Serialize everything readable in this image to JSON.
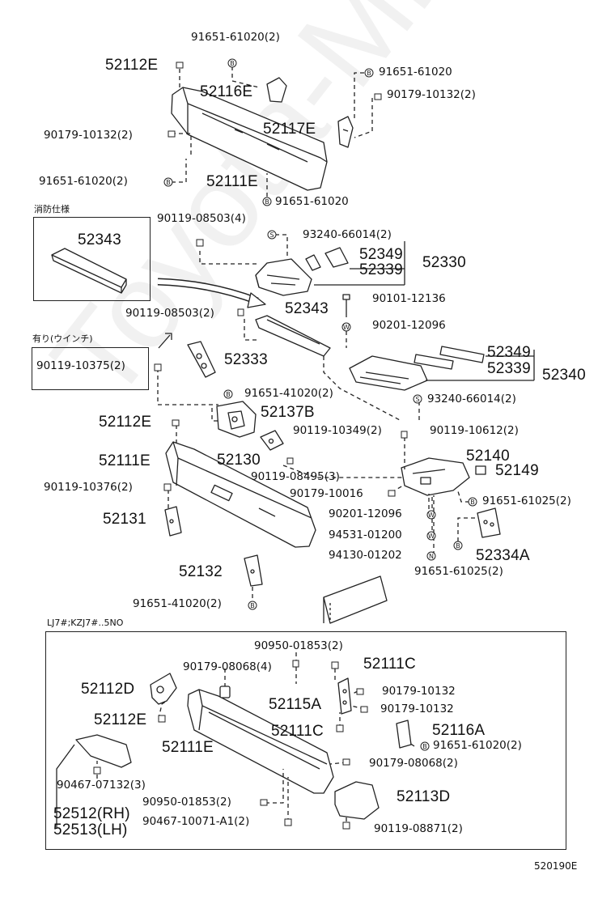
{
  "watermark": "Toyota-Mine.ru",
  "diagram_code": "520190E",
  "notes": {
    "fire": "消防仕様",
    "winch": "有り(ウインチ)",
    "lower_section": "LJ7#;KZJ7#..5NO"
  },
  "parts": {
    "p52112E_a": "52112E",
    "p91651_61020_2_a": "91651-61020(2)",
    "p52116E": "52116E",
    "p91651_61020_a": "91651-61020",
    "p90179_10132_2_a": "90179-10132(2)",
    "p52117E": "52117E",
    "p90179_10132_2_b": "90179-10132(2)",
    "p91651_61020_2_b": "91651-61020(2)",
    "p52111E_a": "52111E",
    "p91651_61020_b": "91651-61020",
    "p52343_a": "52343",
    "p90119_08503_4": "90119-08503(4)",
    "p93240_66014_2_a": "93240-66014(2)",
    "p52349_a": "52349",
    "p52339_a": "52339",
    "p52330": "52330",
    "p90101_12136": "90101-12136",
    "p90119_08503_2": "90119-08503(2)",
    "p52343_b": "52343",
    "p90201_12096_a": "90201-12096",
    "p90119_10375_2": "90119-10375(2)",
    "p52333": "52333",
    "p52349_b": "52349",
    "p52339_b": "52339",
    "p52340": "52340",
    "p93240_66014_2_b": "93240-66014(2)",
    "p91651_41020_2_a": "91651-41020(2)",
    "p52137B": "52137B",
    "p52112E_b": "52112E",
    "p90119_10349_2": "90119-10349(2)",
    "p90119_10612_2": "90119-10612(2)",
    "p52111E_b": "52111E",
    "p52130": "52130",
    "p52140": "52140",
    "p52149": "52149",
    "p90119_08495_3": "90119-08495(3)",
    "p90119_10376_2": "90119-10376(2)",
    "p90179_10016": "90179-10016",
    "p91651_61025_2_a": "91651-61025(2)",
    "p52131": "52131",
    "p90201_12096_b": "90201-12096",
    "p94531_01200": "94531-01200",
    "p94130_01202": "94130-01202",
    "p52334A": "52334A",
    "p91651_61025_2_b": "91651-61025(2)",
    "p52132": "52132",
    "p91651_41020_2_b": "91651-41020(2)",
    "p90950_01853_2_a": "90950-01853(2)",
    "p52111C_a": "52111C",
    "p52112D": "52112D",
    "p90179_08068_4": "90179-08068(4)",
    "p90179_10132_c": "90179-10132",
    "p52115A": "52115A",
    "p90179_10132_d": "90179-10132",
    "p52112E_c": "52112E",
    "p52111C_b": "52111C",
    "p52116A": "52116A",
    "p52111E_c": "52111E",
    "p91651_61020_2_c": "91651-61020(2)",
    "p90179_08068_2": "90179-08068(2)",
    "p90467_07132_3": "90467-07132(3)",
    "p52113D": "52113D",
    "p90950_01853_2_b": "90950-01853(2)",
    "p52512RH": "52512(RH)",
    "p90467_10071_A1_2": "90467-10071-A1(2)",
    "p52513LH": "52513(LH)",
    "p90119_08871_2": "90119-08871(2)"
  },
  "symbols": {
    "bolt_b": "B",
    "screw_s": "S",
    "washer_w": "W",
    "nut_n": "N"
  }
}
